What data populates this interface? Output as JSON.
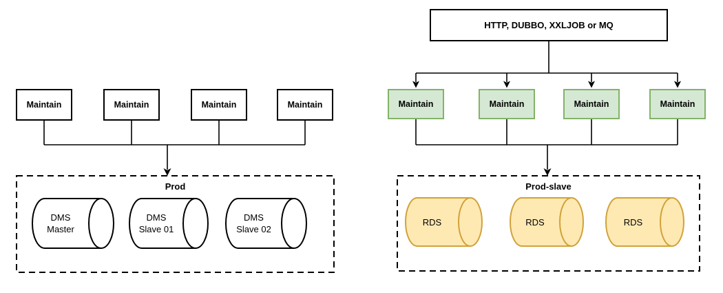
{
  "left": {
    "maintain_boxes": [
      {
        "label": "Maintain"
      },
      {
        "label": "Maintain"
      },
      {
        "label": "Maintain"
      },
      {
        "label": "Maintain"
      }
    ],
    "group": {
      "title": "Prod",
      "cylinders": [
        {
          "line1": "DMS",
          "line2": "Master"
        },
        {
          "line1": "DMS",
          "line2": "Slave 01"
        },
        {
          "line1": "DMS",
          "line2": "Slave 02"
        }
      ]
    }
  },
  "right": {
    "source_box": {
      "label": "HTTP, DUBBO, XXLJOB or MQ"
    },
    "maintain_boxes": [
      {
        "label": "Maintain"
      },
      {
        "label": "Maintain"
      },
      {
        "label": "Maintain"
      },
      {
        "label": "Maintain"
      }
    ],
    "group": {
      "title": "Prod-slave",
      "cylinders": [
        {
          "label": "RDS"
        },
        {
          "label": "RDS"
        },
        {
          "label": "RDS"
        }
      ]
    }
  },
  "colors": {
    "maintain_fill": "#d5e8d4",
    "maintain_stroke": "#82b366",
    "rds_fill": "#ffe9b3",
    "rds_stroke": "#d0a23a",
    "plain_fill": "#ffffff",
    "line": "#000000"
  }
}
